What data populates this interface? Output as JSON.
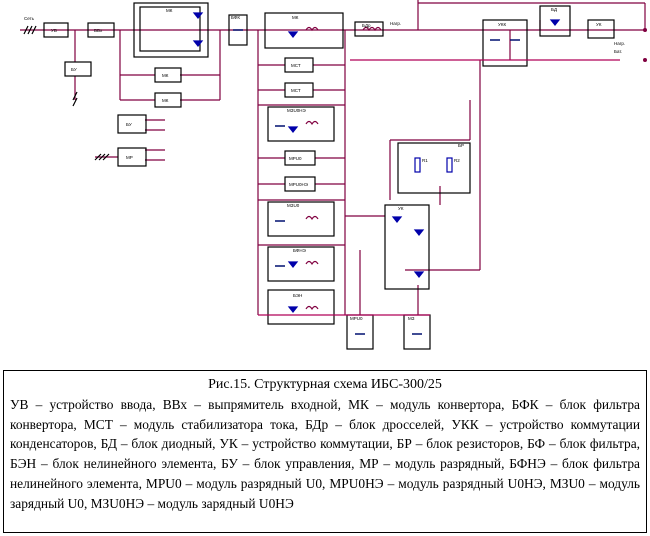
{
  "diagram": {
    "colors": {
      "wire": "#800040",
      "ground": "#b10058",
      "block": "#000000",
      "diode": "#0000aa",
      "cap": "#001070"
    },
    "labels": {
      "input": "Сеть",
      "uv": "УВ",
      "bvx": "ВВх",
      "mk": "МК",
      "bfk": "БФК",
      "mst": "МСТ",
      "bdr": "БДр",
      "bu": "БУ",
      "mr": "МР",
      "mrunez": "МРU0НЭ",
      "mz": "МЗ",
      "bfne": "БФНЭ",
      "bd": "БД",
      "ukk": "УКК",
      "uk": "УК",
      "br": "БР",
      "ben": "БЭН",
      "bf": "БФ",
      "mzu0": "МЗU0",
      "mzu0ne": "МЗU0НЭ",
      "mru0": "МРU0",
      "out_load": "Нагр.",
      "out_bat": "Бат.",
      "r1": "R1",
      "r2": "R2",
      "mpu0": "МРU0",
      "mpuone": "МРU0НЭ"
    }
  },
  "caption": {
    "title": "Рис.15. Структурная схема ИБС-300/25",
    "text": "УВ – устройство ввода, ВВх – выпрямитель входной, МК – модуль конвертора, БФК – блок фильтра конвертора, МСТ – модуль стабилизатора тока, БДр – блок дросселей, УКК – устройство коммутации конденсаторов, БД – блок диодный, УК – устройство коммутации, БР – блок резисторов, БФ – блок фильтра, БЭН – блок нелинейного элемента, БУ – блок управления, МР – модуль разрядный, БФНЭ – блок фильтра нелинейного элемента, МРU0 – модуль разрядный U0, МРU0НЭ – модуль разрядный U0НЭ, МЗU0 – модуль зарядный U0, МЗU0НЭ – модуль зарядный U0НЭ"
  }
}
